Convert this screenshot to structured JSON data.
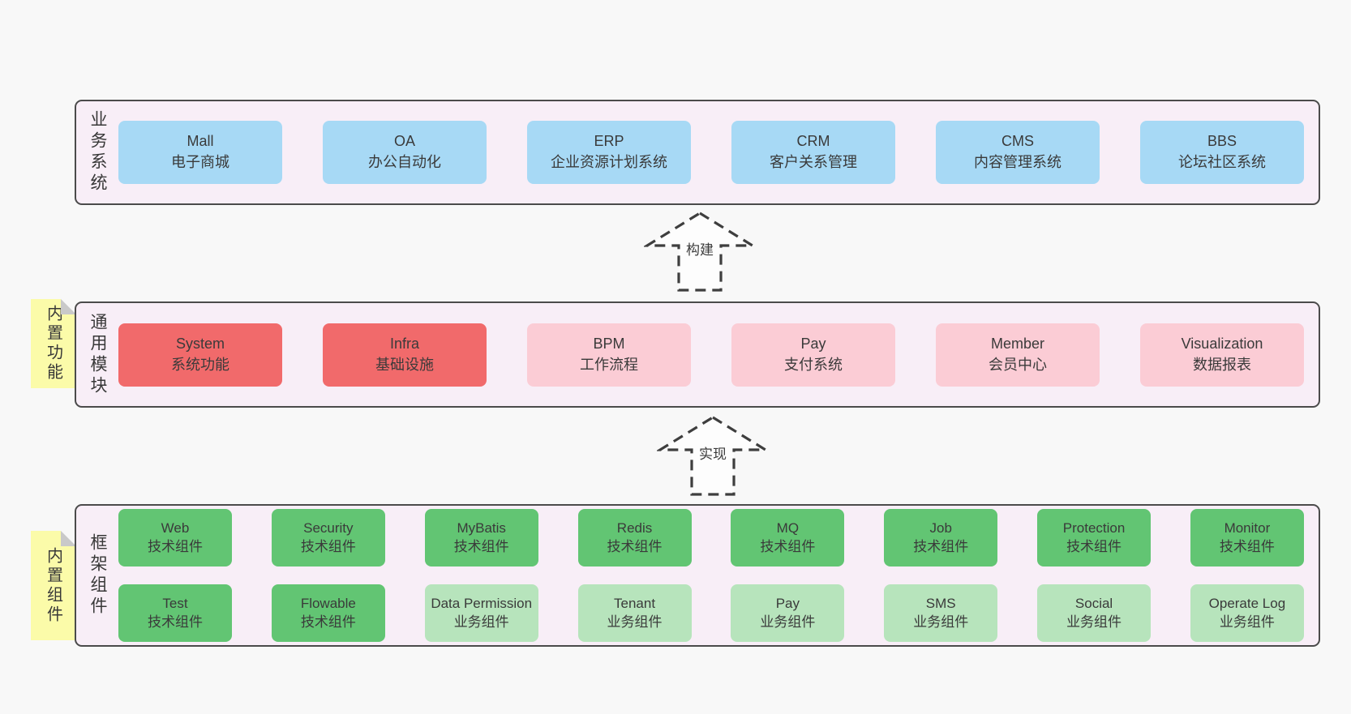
{
  "palette": {
    "blue": "#a7d9f5",
    "red": "#f16a6b",
    "pink": "#fbccd5",
    "green": "#62c573",
    "green_light": "#b7e4bc",
    "band_bg": "#f8eef7",
    "band_border": "#4b4b4b",
    "sticky_yellow": "#fbfba9",
    "sticky_fold": "#c9c9c9",
    "page_bg": "#f8f8f8",
    "arrow_stroke": "#3e3e3e",
    "arrow_fill": "#fdfdfd",
    "text": "#3b3b3b"
  },
  "bands": [
    {
      "id": "business",
      "label": "业务系统",
      "rows": [
        [
          {
            "name": "Mall",
            "desc": "电子商城",
            "variant": "blue"
          },
          {
            "name": "OA",
            "desc": "办公自动化",
            "variant": "blue"
          },
          {
            "name": "ERP",
            "desc": "企业资源计划系统",
            "variant": "blue"
          },
          {
            "name": "CRM",
            "desc": "客户关系管理",
            "variant": "blue"
          },
          {
            "name": "CMS",
            "desc": "内容管理系统",
            "variant": "blue"
          },
          {
            "name": "BBS",
            "desc": "论坛社区系统",
            "variant": "blue"
          }
        ]
      ]
    },
    {
      "id": "modules",
      "label": "通用模块",
      "sticky": "内置功能",
      "rows": [
        [
          {
            "name": "System",
            "desc": "系统功能",
            "variant": "red"
          },
          {
            "name": "Infra",
            "desc": "基础设施",
            "variant": "red"
          },
          {
            "name": "BPM",
            "desc": "工作流程",
            "variant": "pink"
          },
          {
            "name": "Pay",
            "desc": "支付系统",
            "variant": "pink"
          },
          {
            "name": "Member",
            "desc": "会员中心",
            "variant": "pink"
          },
          {
            "name": "Visualization",
            "desc": "数据报表",
            "variant": "pink"
          }
        ]
      ]
    },
    {
      "id": "framework",
      "label": "框架组件",
      "sticky": "内置组件",
      "rows": [
        [
          {
            "name": "Web",
            "desc": "技术组件",
            "variant": "green"
          },
          {
            "name": "Security",
            "desc": "技术组件",
            "variant": "green"
          },
          {
            "name": "MyBatis",
            "desc": "技术组件",
            "variant": "green"
          },
          {
            "name": "Redis",
            "desc": "技术组件",
            "variant": "green"
          },
          {
            "name": "MQ",
            "desc": "技术组件",
            "variant": "green"
          },
          {
            "name": "Job",
            "desc": "技术组件",
            "variant": "green"
          },
          {
            "name": "Protection",
            "desc": "技术组件",
            "variant": "green"
          },
          {
            "name": "Monitor",
            "desc": "技术组件",
            "variant": "green"
          }
        ],
        [
          {
            "name": "Test",
            "desc": "技术组件",
            "variant": "green"
          },
          {
            "name": "Flowable",
            "desc": "技术组件",
            "variant": "green"
          },
          {
            "name": "Data Permission",
            "desc": "业务组件",
            "variant": "green_light"
          },
          {
            "name": "Tenant",
            "desc": "业务组件",
            "variant": "green_light"
          },
          {
            "name": "Pay",
            "desc": "业务组件",
            "variant": "green_light"
          },
          {
            "name": "SMS",
            "desc": "业务组件",
            "variant": "green_light"
          },
          {
            "name": "Social",
            "desc": "业务组件",
            "variant": "green_light"
          },
          {
            "name": "Operate Log",
            "desc": "业务组件",
            "variant": "green_light"
          }
        ]
      ]
    }
  ],
  "arrows": [
    {
      "label": "构建"
    },
    {
      "label": "实现"
    }
  ]
}
